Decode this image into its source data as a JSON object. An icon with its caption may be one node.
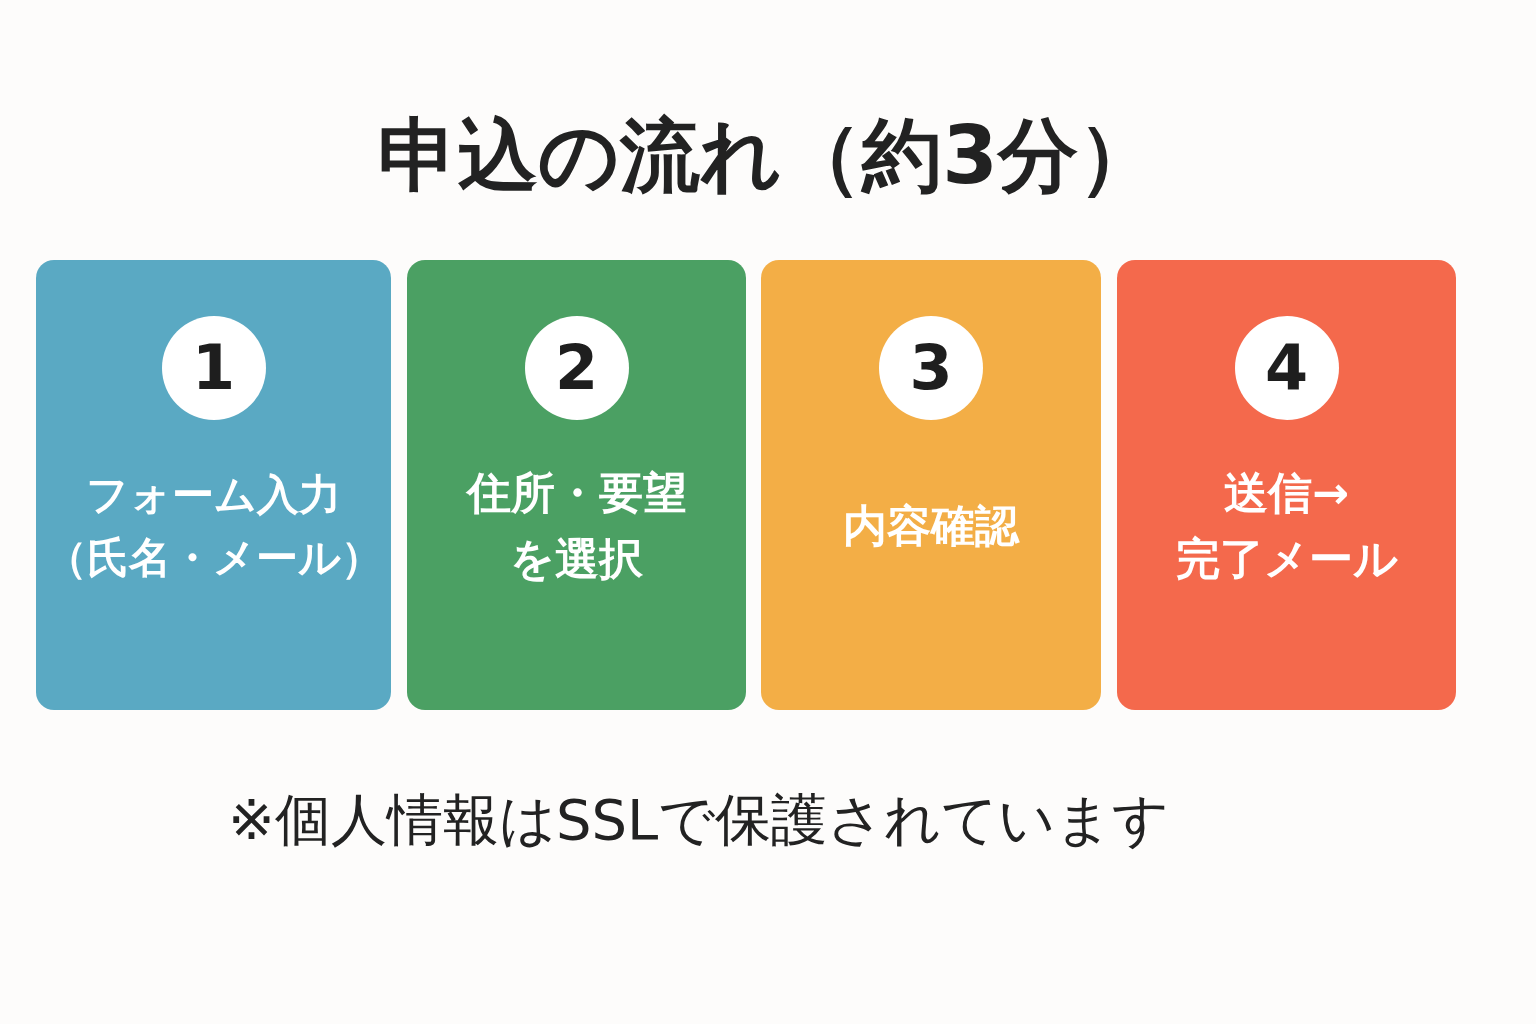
{
  "diagram": {
    "title": "申込の流れ（約3分）",
    "nodes": [
      {
        "text": [
          "フォーム入力（氏名・メール）"
        ]
      },
      {
        "text": [
          "1"
        ],
        "in": 0
      },
      {
        "text": [
          "住所・要望を選択"
        ]
      },
      {
        "text": [
          "2"
        ],
        "in": 2
      },
      {
        "text": [
          "内容確認"
        ]
      },
      {
        "text": [
          "3"
        ],
        "in": 4
      },
      {
        "text": [
          "送信→完了メール"
        ]
      },
      {
        "text": [
          "4"
        ],
        "in": 6
      }
    ],
    "labels": [
      "※個人情報はSSLで保護されています"
    ]
  }
}
